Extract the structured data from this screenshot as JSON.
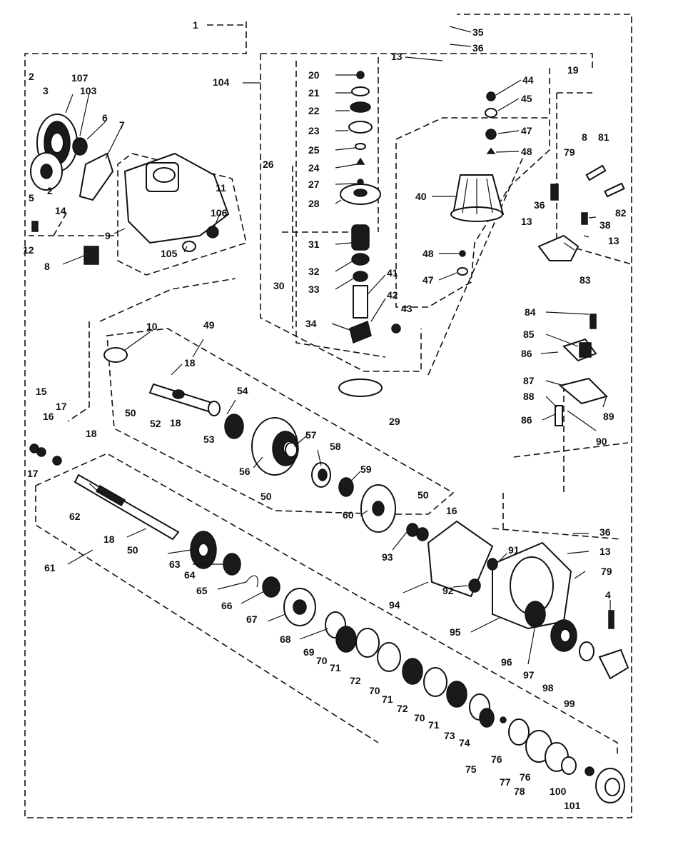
{
  "labels": [
    "1",
    "35",
    "36",
    "13",
    "19",
    "104",
    "2",
    "107",
    "103",
    "3",
    "6",
    "7",
    "5",
    "2",
    "14",
    "12",
    "8",
    "9",
    "106",
    "105",
    "11",
    "20",
    "21",
    "22",
    "23",
    "25",
    "24",
    "26",
    "27",
    "28",
    "31",
    "30",
    "32",
    "33",
    "41",
    "42",
    "43",
    "34",
    "29",
    "44",
    "45",
    "47",
    "48",
    "40",
    "48",
    "47",
    "79",
    "8",
    "81",
    "36",
    "38",
    "13",
    "82",
    "13",
    "83",
    "84",
    "85",
    "86",
    "87",
    "88",
    "86",
    "89",
    "90",
    "10",
    "49",
    "18",
    "50",
    "52",
    "18",
    "53",
    "54",
    "56",
    "57",
    "58",
    "59",
    "50",
    "60",
    "50",
    "16",
    "15",
    "16",
    "17",
    "17",
    "18",
    "62",
    "18",
    "50",
    "63",
    "64",
    "65",
    "66",
    "67",
    "68",
    "69",
    "70",
    "71",
    "72",
    "70",
    "71",
    "72",
    "70",
    "71",
    "73",
    "74",
    "75",
    "76",
    "76",
    "77",
    "78",
    "100",
    "101",
    "93",
    "94",
    "91",
    "92",
    "95",
    "96",
    "97",
    "98",
    "99",
    "36",
    "13",
    "79",
    "4",
    "61"
  ],
  "colors": {
    "ink": "#111111",
    "paper": "#ffffff"
  }
}
